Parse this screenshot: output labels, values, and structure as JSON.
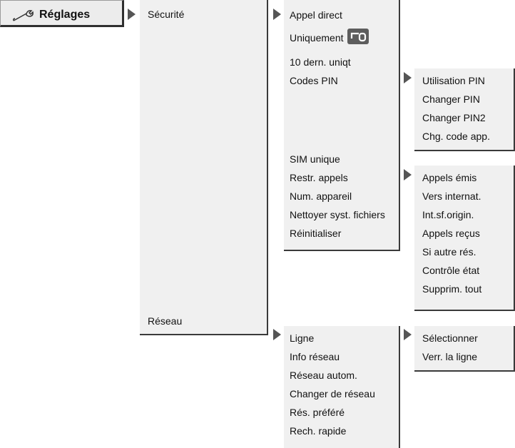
{
  "root": {
    "label": "Réglages",
    "icon": "wrench-icon"
  },
  "level1": {
    "items": [
      "Sécurité",
      "Réseau"
    ]
  },
  "security": {
    "items": [
      {
        "label": "Appel direct"
      },
      {
        "label": "Uniquement",
        "icon": "key-icon"
      },
      {
        "label": "10 dern. uniqt"
      },
      {
        "label": "Codes PIN"
      },
      {
        "label": "SIM unique"
      },
      {
        "label": "Restr. appels"
      },
      {
        "label": "Num. appareil"
      },
      {
        "label": "Nettoyer syst. fichiers"
      },
      {
        "label": "Réinitialiser"
      }
    ]
  },
  "pin_codes": {
    "items": [
      "Utilisation PIN",
      "Changer PIN",
      "Changer PIN2",
      "Chg. code app."
    ]
  },
  "call_barring": {
    "items": [
      "Appels émis",
      "Vers internat.",
      "Int.sf.origin.",
      "Appels reçus",
      "Si autre rés.",
      "Contrôle état",
      "Supprim. tout"
    ]
  },
  "network": {
    "items": [
      "Ligne",
      "Info réseau",
      "Réseau autom.",
      "Changer de réseau",
      "Rés. préféré",
      "Rech. rapide"
    ]
  },
  "line": {
    "items": [
      "Sélectionner",
      "Verr. la ligne"
    ]
  }
}
